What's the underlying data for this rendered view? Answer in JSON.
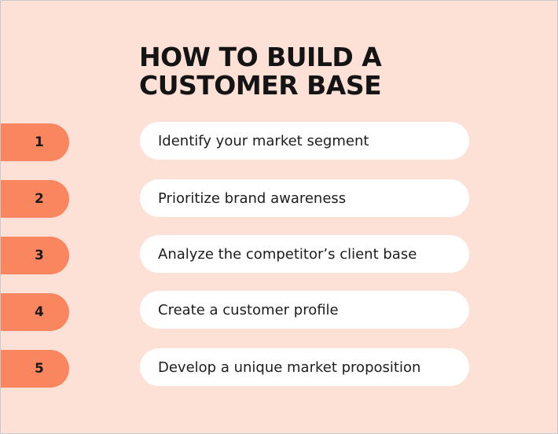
{
  "title": "HOW TO BUILD A\nCUSTOMER BASE",
  "colors": {
    "background": "#fde0d6",
    "accent": "#fa8660",
    "pill": "#ffffff",
    "text": "#141414"
  },
  "steps": [
    {
      "number": "1",
      "text": "Identify your market segment"
    },
    {
      "number": "2",
      "text": "Prioritize brand awareness"
    },
    {
      "number": "3",
      "text": "Analyze the competitor’s client base"
    },
    {
      "number": "4",
      "text": "Create a customer profile"
    },
    {
      "number": "5",
      "text": "Develop a unique market proposition"
    }
  ]
}
